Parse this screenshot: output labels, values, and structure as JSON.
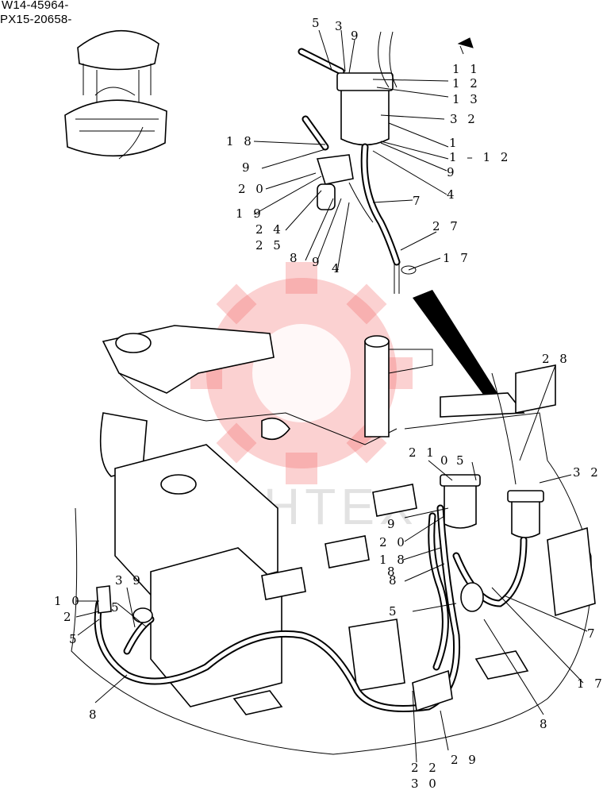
{
  "serial_numbers": [
    "W14-45964-",
    "PX15-20658-"
  ],
  "watermark": {
    "text": "ИНТЕХ",
    "color": "#f15a5a"
  },
  "callouts_detail": [
    {
      "id": "d5",
      "text": "5"
    },
    {
      "id": "d3",
      "text": "3"
    },
    {
      "id": "d9a",
      "text": "9"
    },
    {
      "id": "d11",
      "text": "1 1"
    },
    {
      "id": "d12",
      "text": "1 2"
    },
    {
      "id": "d13",
      "text": "1 3"
    },
    {
      "id": "d32",
      "text": "3 2"
    },
    {
      "id": "d1",
      "text": "1"
    },
    {
      "id": "d1-12",
      "text": "1 – 1 2"
    },
    {
      "id": "d9b",
      "text": "9"
    },
    {
      "id": "d4a",
      "text": "4"
    },
    {
      "id": "d7",
      "text": "7"
    },
    {
      "id": "d27",
      "text": "2 7"
    },
    {
      "id": "d17",
      "text": "1 7"
    },
    {
      "id": "d18",
      "text": "1 8"
    },
    {
      "id": "d9c",
      "text": "9"
    },
    {
      "id": "d20",
      "text": "2 0"
    },
    {
      "id": "d19",
      "text": "1 9"
    },
    {
      "id": "d24",
      "text": "2 4"
    },
    {
      "id": "d25",
      "text": "2 5"
    },
    {
      "id": "d8",
      "text": "8"
    },
    {
      "id": "d9d",
      "text": "9"
    },
    {
      "id": "d4b",
      "text": "4"
    }
  ],
  "callouts_main": [
    {
      "id": "m28",
      "text": "2 8"
    },
    {
      "id": "m21",
      "text": "2 1"
    },
    {
      "id": "m10",
      "text": "0"
    },
    {
      "id": "m5a",
      "text": "5"
    },
    {
      "id": "m32",
      "text": "3 2"
    },
    {
      "id": "m9",
      "text": "9"
    },
    {
      "id": "m20",
      "text": "2 0"
    },
    {
      "id": "m18",
      "text": "1 8"
    },
    {
      "id": "m8a",
      "text": "8"
    },
    {
      "id": "m8b",
      "text": "8"
    },
    {
      "id": "m5b",
      "text": "5"
    },
    {
      "id": "m7",
      "text": "7"
    },
    {
      "id": "m17",
      "text": "1 7"
    },
    {
      "id": "m8c",
      "text": "8"
    },
    {
      "id": "m29",
      "text": "2 9"
    },
    {
      "id": "m22",
      "text": "2 2"
    },
    {
      "id": "m30",
      "text": "3 0"
    },
    {
      "id": "m10b",
      "text": "1 0"
    },
    {
      "id": "m2",
      "text": "2"
    },
    {
      "id": "m5c",
      "text": "5"
    },
    {
      "id": "m39",
      "text": "3 9"
    },
    {
      "id": "m5d",
      "text": "5"
    },
    {
      "id": "m8d",
      "text": "8"
    }
  ]
}
